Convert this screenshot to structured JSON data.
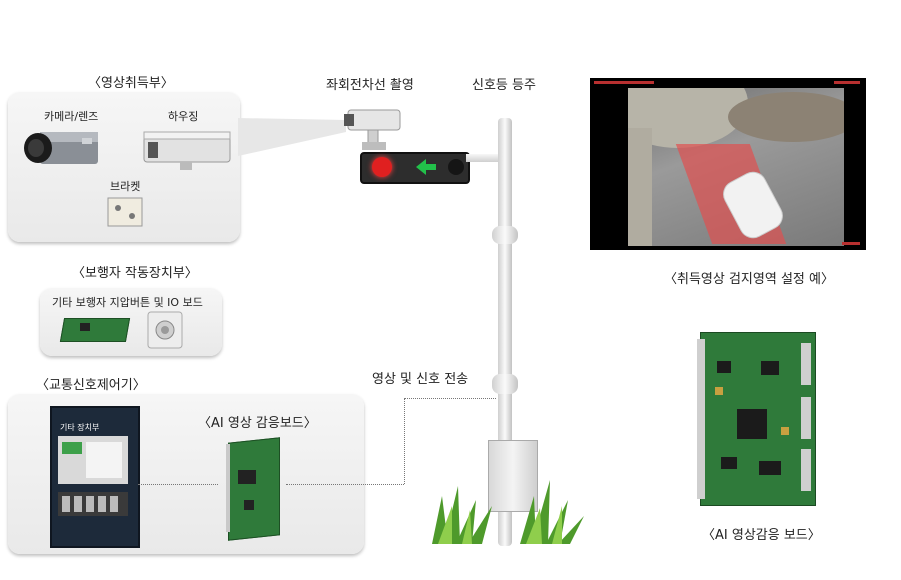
{
  "sections": {
    "capture": {
      "title": "〈영상취득부〉",
      "camera_lens": "카메라/렌즈",
      "housing": "하우징",
      "bracket": "브라켓"
    },
    "pedestrian": {
      "title": "〈보행자 작동장치부〉",
      "caption": "기타 보행자 지압버튼 및 IO 보드"
    },
    "controller": {
      "title": "〈교통신호제어기〉",
      "cabinet_text": "기타 장치부",
      "board_label": "〈AI  영상 감응보드〉"
    }
  },
  "center": {
    "left_turn_camera": "좌회전차선 촬영",
    "signal_pole": "신호등 등주",
    "transmission": "영상 및 신호 전송"
  },
  "right": {
    "example_caption": "〈취득영상 검지영역 설정 예〉",
    "board_caption": "〈AI 영상감응 보드〉"
  },
  "colors": {
    "red_light": "#e02020",
    "green_arrow": "#22c04a",
    "detection_zone": "#e05050",
    "board_green": "#2f7a3a"
  }
}
